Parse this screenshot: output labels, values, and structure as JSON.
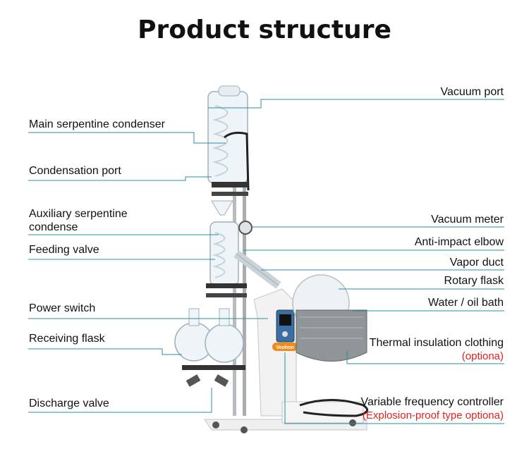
{
  "title": "Product structure",
  "labels_left": {
    "main_condenser": "Main serpentine condenser",
    "condensation_port": "Condensation port",
    "aux_condenser": "Auxiliary serpentine condense",
    "feeding_valve": "Feeding valve",
    "power_switch": "Power switch",
    "receiving_flask": "Receiving flask",
    "discharge_valve": "Discharge valve"
  },
  "labels_right": {
    "vacuum_port": "Vacuum port",
    "vacuum_meter": "Vacuum meter",
    "anti_impact_elbow": "Anti-impact elbow",
    "vapor_duct": "Vapor duct",
    "rotary_flask": "Rotary flask",
    "water_oil_bath": "Water / oil bath",
    "thermal_insulation": "Thermal insulation clothing",
    "thermal_insulation_note": "(optiona)",
    "vf_controller": "Variable frequency controller",
    "vf_controller_note": "(Explosion-proof type optiona)"
  },
  "brand_badge": "Veohon",
  "colors": {
    "leader_line": "#2a8fa6",
    "note_text": "#e0221d",
    "frame_white": "#f2f2f2",
    "insulation_gray": "#8f9599",
    "badge_orange": "#f08a1d"
  }
}
